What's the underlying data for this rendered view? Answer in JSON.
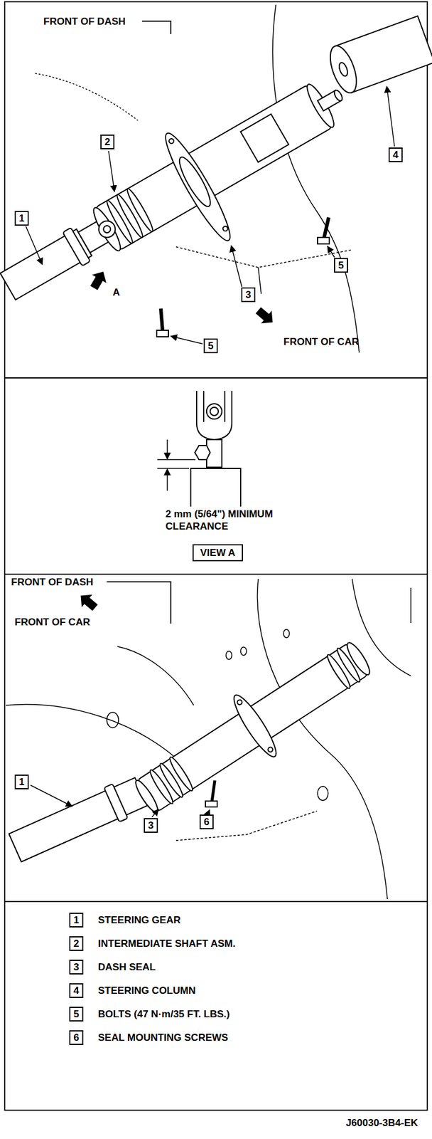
{
  "diagram": {
    "nodes": [
      {
        "text": [
          "2"
        ]
      },
      {
        "text": [
          "4"
        ]
      },
      {
        "text": [
          "1"
        ]
      },
      {
        "text": [
          "5"
        ]
      },
      {
        "text": [
          "3"
        ]
      },
      {
        "text": [
          "5"
        ]
      },
      {
        "text": [
          "VIEW A"
        ]
      },
      {
        "text": [
          "1"
        ]
      },
      {
        "text": [
          "6"
        ]
      },
      {
        "text": [
          "3"
        ]
      },
      {
        "text": [
          "1"
        ]
      },
      {
        "text": [
          "2"
        ]
      },
      {
        "text": [
          "3"
        ]
      },
      {
        "text": [
          "4"
        ]
      },
      {
        "text": [
          "5"
        ]
      },
      {
        "text": [
          "6"
        ]
      }
    ],
    "labels": [
      "FRONT OF DASH",
      "A",
      "FRONT OF CAR",
      "2 mm (5/64\") MINIMUM CLEARANCE",
      "FRONT OF DASH",
      "FRONT OF CAR",
      "STEERING GEAR",
      "INTERMEDIATE SHAFT ASM.",
      "DASH SEAL",
      "STEERING COLUMN",
      "BOLTS (47 N·m/35 FT. LBS.)",
      "SEAL MOUNTING SCREWS",
      "J60030-3B4-EK"
    ]
  }
}
